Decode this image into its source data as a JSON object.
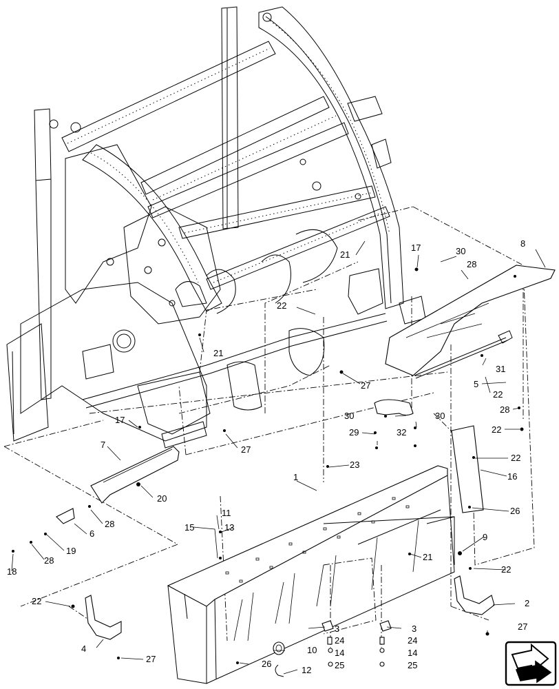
{
  "callouts": [
    {
      "id": "c8",
      "text": "8"
    },
    {
      "id": "c17a",
      "text": "17"
    },
    {
      "id": "c30a",
      "text": "30"
    },
    {
      "id": "c28a",
      "text": "28"
    },
    {
      "id": "c21a",
      "text": "21"
    },
    {
      "id": "c22a",
      "text": "22"
    },
    {
      "id": "c21b",
      "text": "21"
    },
    {
      "id": "c31",
      "text": "31"
    },
    {
      "id": "c27a",
      "text": "27"
    },
    {
      "id": "c5",
      "text": "5"
    },
    {
      "id": "c22b",
      "text": "22"
    },
    {
      "id": "c28b",
      "text": "28"
    },
    {
      "id": "c30b",
      "text": "30"
    },
    {
      "id": "c30c",
      "text": "30"
    },
    {
      "id": "c22c",
      "text": "22"
    },
    {
      "id": "c29",
      "text": "29"
    },
    {
      "id": "c32",
      "text": "32"
    },
    {
      "id": "c17b",
      "text": "17"
    },
    {
      "id": "c27b",
      "text": "27"
    },
    {
      "id": "c7",
      "text": "7"
    },
    {
      "id": "c22d",
      "text": "22"
    },
    {
      "id": "c1",
      "text": "1"
    },
    {
      "id": "c23",
      "text": "23"
    },
    {
      "id": "c16",
      "text": "16"
    },
    {
      "id": "c20",
      "text": "20"
    },
    {
      "id": "c26a",
      "text": "26"
    },
    {
      "id": "c28c",
      "text": "28"
    },
    {
      "id": "c11",
      "text": "11"
    },
    {
      "id": "c15",
      "text": "15"
    },
    {
      "id": "c13",
      "text": "13"
    },
    {
      "id": "c6",
      "text": "6"
    },
    {
      "id": "c9",
      "text": "9"
    },
    {
      "id": "c19",
      "text": "19"
    },
    {
      "id": "c28d",
      "text": "28"
    },
    {
      "id": "c21c",
      "text": "21"
    },
    {
      "id": "c18",
      "text": "18"
    },
    {
      "id": "c22e",
      "text": "22"
    },
    {
      "id": "c22f",
      "text": "22"
    },
    {
      "id": "c2",
      "text": "2"
    },
    {
      "id": "c3a",
      "text": "3"
    },
    {
      "id": "c3b",
      "text": "3"
    },
    {
      "id": "c27c",
      "text": "27"
    },
    {
      "id": "c24a",
      "text": "24"
    },
    {
      "id": "c24b",
      "text": "24"
    },
    {
      "id": "c4",
      "text": "4"
    },
    {
      "id": "c10",
      "text": "10"
    },
    {
      "id": "c14a",
      "text": "14"
    },
    {
      "id": "c14b",
      "text": "14"
    },
    {
      "id": "c27d",
      "text": "27"
    },
    {
      "id": "c26b",
      "text": "26"
    },
    {
      "id": "c25a",
      "text": "25"
    },
    {
      "id": "c25b",
      "text": "25"
    },
    {
      "id": "c12",
      "text": "12"
    }
  ],
  "nav_icon": "next-page-arrow-icon"
}
